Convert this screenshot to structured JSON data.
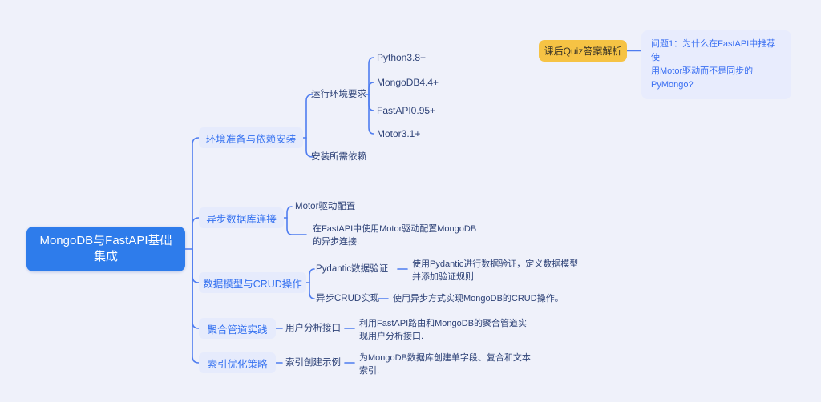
{
  "root": {
    "label": "MongoDB与FastAPI基础集成"
  },
  "branches": [
    {
      "label": "环境准备与依赖安装",
      "children": [
        {
          "label": "运行环境要求",
          "children": [
            {
              "label": "Python3.8+"
            },
            {
              "label": "MongoDB4.4+"
            },
            {
              "label": "FastAPI0.95+"
            },
            {
              "label": "Motor3.1+"
            }
          ]
        },
        {
          "label": "安装所需依赖"
        }
      ]
    },
    {
      "label": "异步数据库连接",
      "children": [
        {
          "label": "Motor驱动配置",
          "desc": "在FastAPI中使用Motor驱动配置MongoDB\n的异步连接."
        }
      ]
    },
    {
      "label": "数据模型与CRUD操作",
      "children": [
        {
          "label": "Pydantic数据验证",
          "desc": "使用Pydantic进行数据验证，定义数据模型\n并添加验证规则."
        },
        {
          "label": "异步CRUD实现",
          "desc": "使用异步方式实现MongoDB的CRUD操作。"
        }
      ]
    },
    {
      "label": "聚合管道实践",
      "children": [
        {
          "label": "用户分析接口",
          "desc": "利用FastAPI路由和MongoDB的聚合管道实\n现用户分析接口."
        }
      ]
    },
    {
      "label": "索引优化策略",
      "children": [
        {
          "label": "索引创建示例",
          "desc": "为MongoDB数据库创建单字段、复合和文本\n索引."
        }
      ]
    }
  ],
  "quiz": {
    "label": "课后Quiz答案解析",
    "question": "问题1：为什么在FastAPI中推荐使\n用Motor驱动而不是同步的\nPyMongo?"
  },
  "colors": {
    "canvas_bg": "#eff1fa",
    "root_bg": "#2e7ceb",
    "root_text": "#ffffff",
    "branch_bg": "#e6ebfc",
    "branch_text": "#3370f0",
    "node_text": "#2e4277",
    "connector": "#4f7df0",
    "quiz_bg": "#f6c344",
    "question_bg": "#e8ecfd",
    "question_text": "#3a6ff2"
  }
}
